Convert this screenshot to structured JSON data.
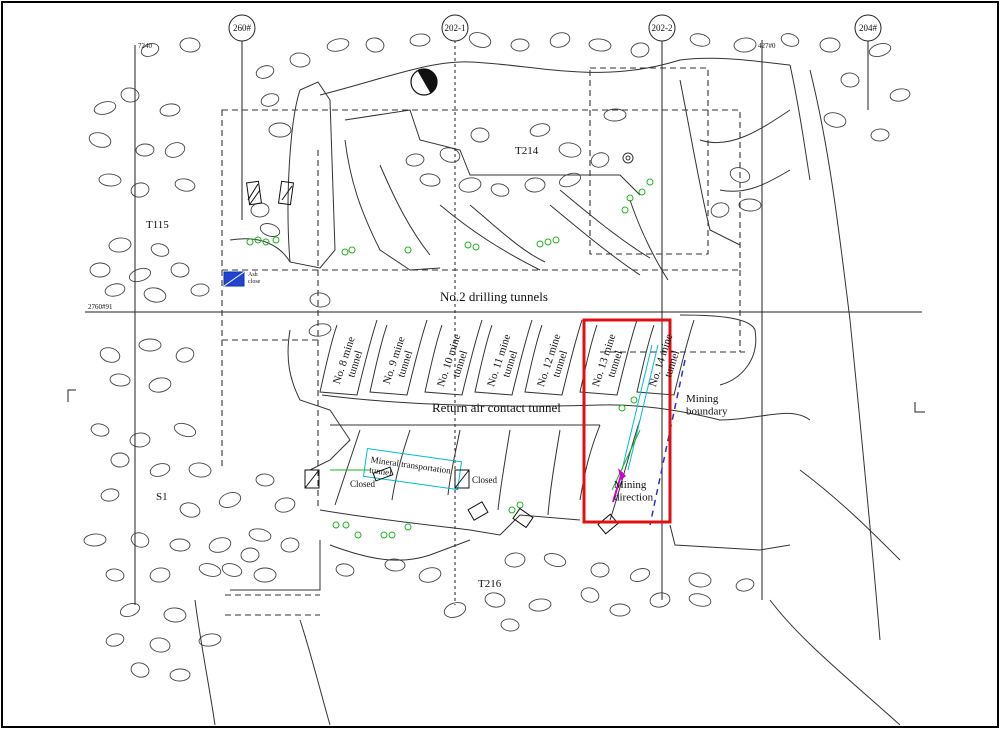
{
  "drawing": {
    "frame_border_color": "#000000",
    "highlight_color": "#e01010",
    "survey_color": "#22b022",
    "tunnel_outline_color": "#00bcd4",
    "marker_colors": [
      "#0033cc",
      "#cc00cc",
      "#111111"
    ],
    "grid_labels": {
      "top": [
        "260#",
        "202-1",
        "202-2",
        "204#"
      ],
      "left_top": "7240",
      "right_top": "427#0",
      "row": "2760#91"
    },
    "zones": {
      "t115": "T115",
      "t214": "T214",
      "t216": "T216",
      "s1": "S1"
    },
    "main_labels": {
      "drilling": "No.2 drilling tunnels",
      "return_air": "Return air contact tunnel",
      "mining_boundary": "Mining\nboundary",
      "mining_direction": "Mining\ndirection",
      "mineral_transport": "Mineral transportation\ntunnel",
      "closed_left": "Closed",
      "closed_right": "Closed",
      "blue_marker": "Ash\nclose"
    },
    "mine_tunnels": [
      {
        "label": "No. 8 mine\ntunnel"
      },
      {
        "label": "No. 9 mine\ntunnel"
      },
      {
        "label": "No. 10 mine\ntunnel"
      },
      {
        "label": "No. 11 mine\ntunnel"
      },
      {
        "label": "No. 12 mine\ntunnel"
      },
      {
        "label": "No. 13 mine\ntunnel"
      },
      {
        "label": "No. 14 mine\ntunnel"
      }
    ]
  }
}
